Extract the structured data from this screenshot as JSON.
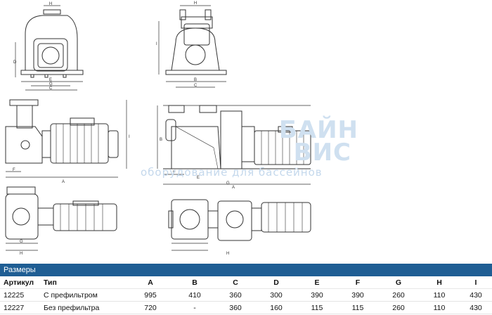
{
  "watermark": {
    "line1": "БАЙН",
    "line2": "ВИС",
    "line3": "оборудование для бассейнов"
  },
  "dimension_letters": {
    "top_left": [
      "H",
      "D",
      "E",
      "C",
      "G"
    ],
    "top_right": [
      "H",
      "I",
      "B",
      "C"
    ],
    "middle_left": [
      "F",
      "A",
      "I"
    ],
    "middle_right": [
      "F",
      "B",
      "E",
      "A"
    ],
    "bottom_left": [
      "G",
      "H"
    ],
    "bottom_right": [
      "G",
      "H"
    ]
  },
  "table": {
    "title": "Размеры",
    "columns": [
      "Артикул",
      "Тип",
      "A",
      "B",
      "C",
      "D",
      "E",
      "F",
      "G",
      "H",
      "I"
    ],
    "rows": [
      [
        "12225",
        "С префильтром",
        "995",
        "410",
        "360",
        "300",
        "390",
        "390",
        "260",
        "110",
        "430"
      ],
      [
        "12227",
        "Без префильтра",
        "720",
        "-",
        "360",
        "160",
        "115",
        "115",
        "260",
        "110",
        "430"
      ]
    ]
  },
  "colors": {
    "header_bar": "#1f5e94",
    "watermark": "#cfe0f0",
    "line": "#333333"
  }
}
